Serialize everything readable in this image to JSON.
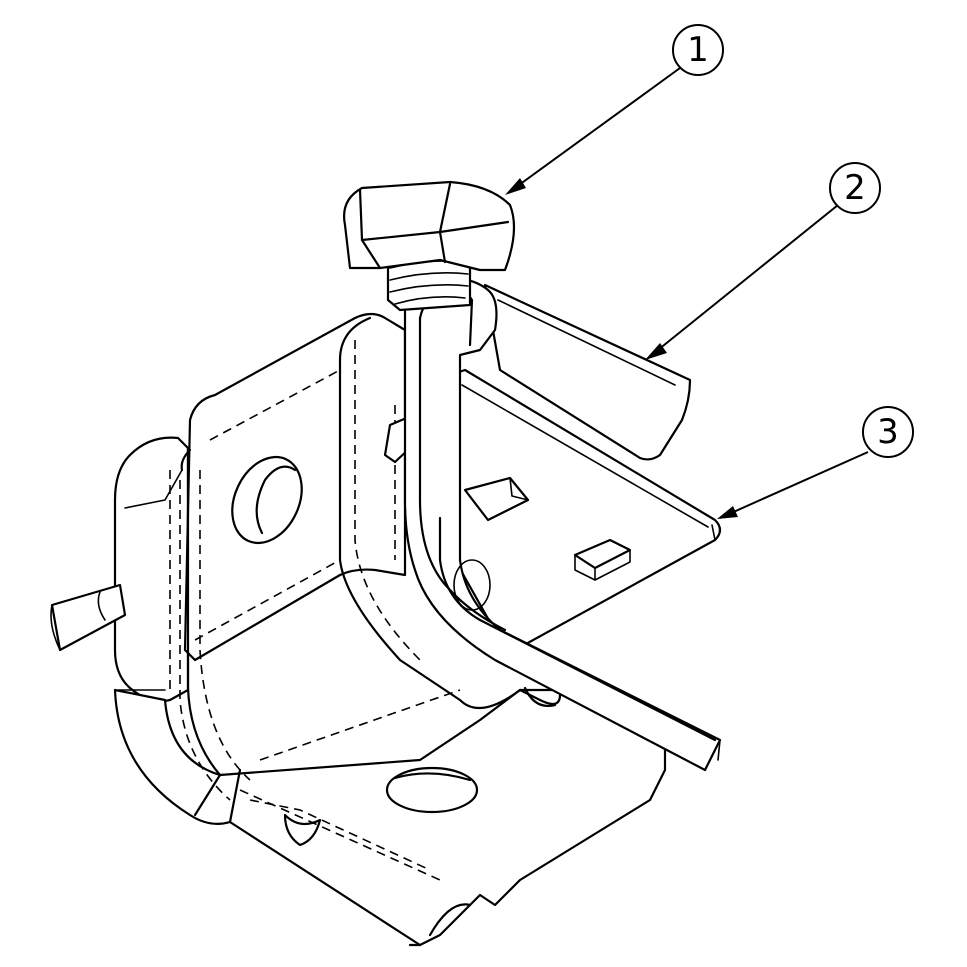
{
  "callouts": [
    {
      "number": "1"
    },
    {
      "number": "2"
    },
    {
      "number": "3"
    }
  ]
}
